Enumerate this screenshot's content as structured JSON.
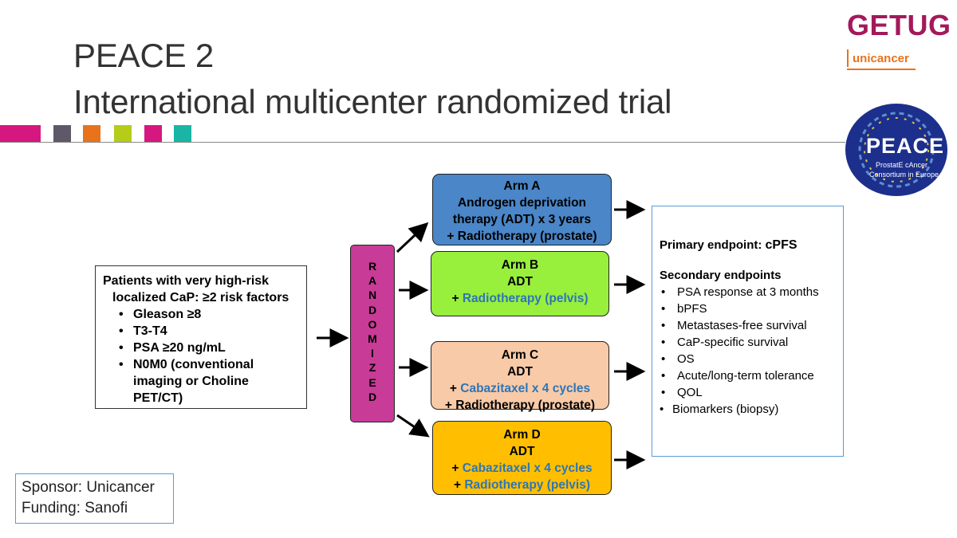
{
  "title": {
    "line1": "PEACE 2",
    "line2": "International multicenter randomized trial"
  },
  "colors": {
    "title_text": "#333333",
    "deco_squares": [
      "#d6177f",
      "#5f5869",
      "#e8731c",
      "#b5cc18",
      "#d6177f",
      "#19b5a5"
    ],
    "randomized": "#c83b97",
    "arm_a": "#4a86c8",
    "arm_b": "#98ef3c",
    "arm_c": "#f8caa8",
    "arm_d": "#ffbf00",
    "highlight_text": "#2e75b6",
    "getug": "#a3195b",
    "unicancer": "#e8731c",
    "peace_logo_bg": "#1c2f8c"
  },
  "logos": {
    "getug": "GETUG",
    "unicancer": "unicancer",
    "peace": "PEACE",
    "peace_sub1": "ProstatE cAncer",
    "peace_sub2": "Consortium in Europe"
  },
  "patients": {
    "heading_line1": "Patients with very high-risk",
    "heading_line2": "localized CaP: ≥2  risk factors",
    "criteria": [
      "Gleason ≥8",
      "T3-T4",
      "PSA ≥20 ng/mL",
      "N0M0 (conventional imaging or Choline PET/CT)"
    ]
  },
  "randomized": {
    "letters": [
      "R",
      "A",
      "N",
      "D",
      "O",
      "M",
      "I",
      "Z",
      "E",
      "D"
    ]
  },
  "arms": {
    "a": {
      "title": "Arm A",
      "line1": "Androgen deprivation",
      "line2": "therapy (ADT) x 3 years",
      "line3": "+ Radiotherapy (prostate)"
    },
    "b": {
      "title": "Arm B",
      "line1": "ADT",
      "line2_prefix": "+ ",
      "line2_treatment": "Radiotherapy (pelvis)"
    },
    "c": {
      "title": "Arm C",
      "line1": "ADT",
      "line2_prefix": "+ ",
      "line2_treatment": "Cabazitaxel x 4 cycles",
      "line3": "+ Radiotherapy (prostate)"
    },
    "d": {
      "title": "Arm D",
      "line1": "ADT",
      "line2_prefix": "+ ",
      "line2_treatment": "Cabazitaxel x 4 cycles",
      "line3_prefix": "+ ",
      "line3_treatment": "Radiotherapy (pelvis)"
    }
  },
  "endpoints": {
    "primary_label": "Primary endpoint: ",
    "primary_value": "cPFS",
    "secondary_heading": "Secondary endpoints",
    "secondary": [
      "PSA response at 3 months",
      "bPFS",
      "Metastases-free survival",
      "CaP-specific survival",
      "OS",
      "Acute/long-term tolerance",
      "QOL"
    ],
    "extra": "Biomarkers (biopsy)"
  },
  "sponsor": {
    "line1": "Sponsor: Unicancer",
    "line2": "Funding: Sanofi"
  }
}
